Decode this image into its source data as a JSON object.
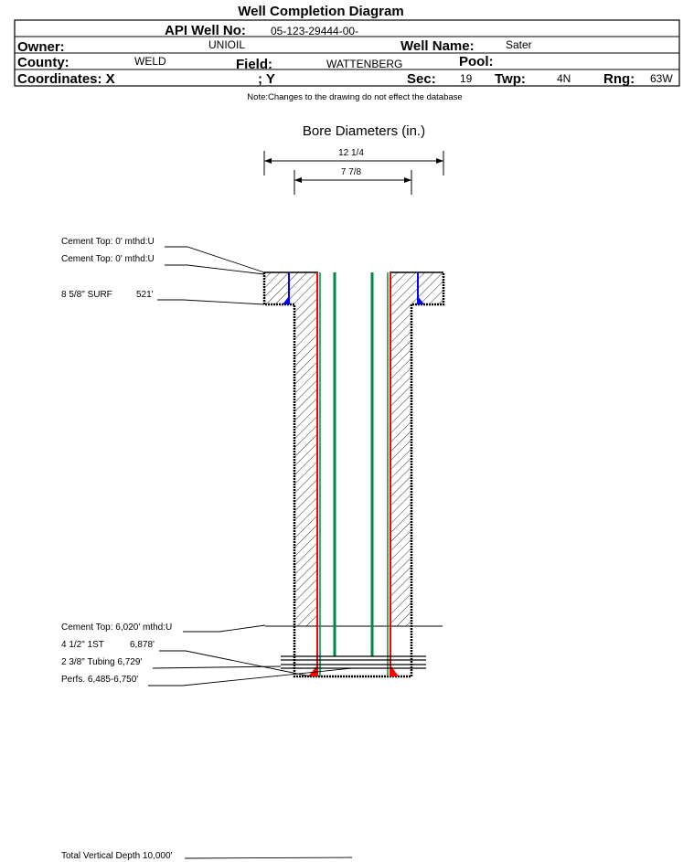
{
  "title": "Well Completion Diagram",
  "header": {
    "api_label": "API Well No:",
    "api_value": "05-123-29444-00-",
    "owner_label": "Owner:",
    "owner_value": "UNIOIL",
    "well_name_label": "Well Name:",
    "well_name_value": "Sater",
    "county_label": "County:",
    "county_value": "WELD",
    "field_label": "Field:",
    "field_value": "WATTENBERG",
    "pool_label": "Pool:",
    "coord_x_label": "Coordinates: X",
    "coord_y_label": "; Y",
    "sec_label": "Sec:",
    "sec_value": "19",
    "twp_label": "Twp:",
    "twp_value": "4N",
    "rng_label": "Rng:",
    "rng_value": "63W"
  },
  "note": "Note:Changes to the drawing do not effect the database",
  "bore": {
    "title": "Bore Diameters (in.)",
    "dims": [
      "12 1/4",
      "7 7/8"
    ]
  },
  "annotations": {
    "cement_top_1": "Cement Top: 0' mthd:U",
    "cement_top_2": "Cement Top: 0' mthd:U",
    "surface_casing": "8 5/8\" SURF",
    "surface_depth": "521'",
    "cement_top_3": "Cement Top: 6,020' mthd:U",
    "prod_casing": "4 1/2\" 1ST",
    "prod_depth": "6,878'",
    "tubing": "2 3/8\" Tubing 6,729'",
    "perfs": "Perfs. 6,485-6,750'",
    "tvd": "Total Vertical Depth 10,000'"
  },
  "colors": {
    "casing": "#ff0000",
    "tubing": "#008a4a",
    "cement": "#0000ff"
  }
}
